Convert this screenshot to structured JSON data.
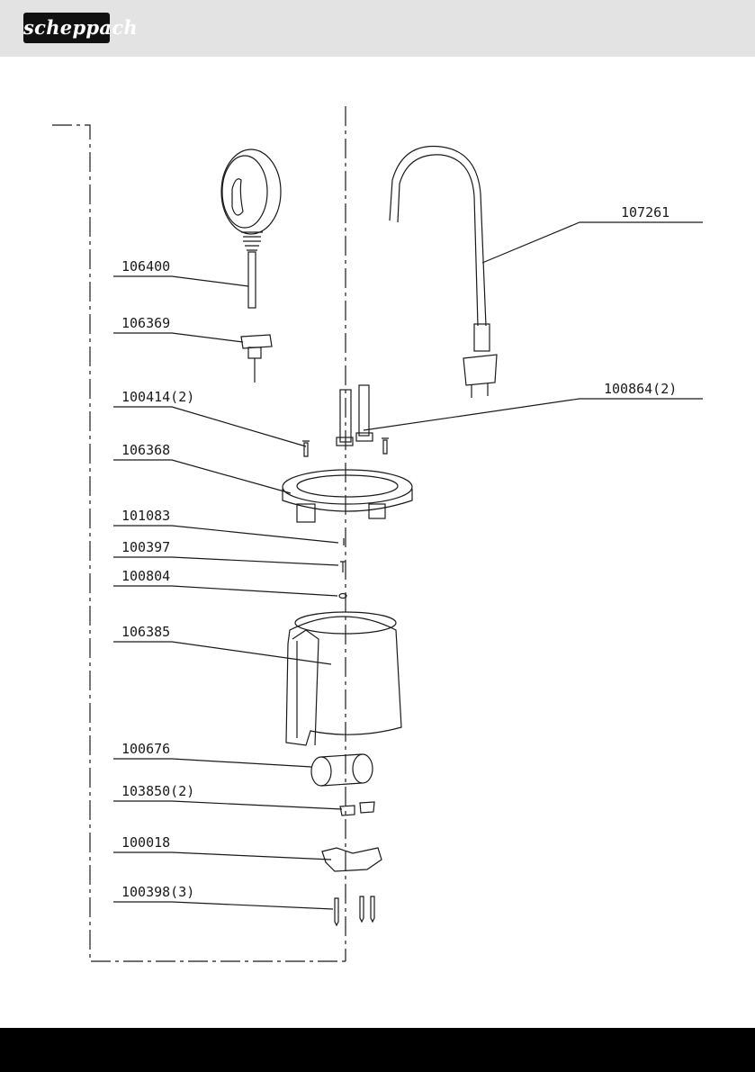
{
  "brand": {
    "logo_text": "scheppach"
  },
  "parts": [
    {
      "id": "106400"
    },
    {
      "id": "106369"
    },
    {
      "id": "100414(2)"
    },
    {
      "id": "106368"
    },
    {
      "id": "101083"
    },
    {
      "id": "100397"
    },
    {
      "id": "100804"
    },
    {
      "id": "106385"
    },
    {
      "id": "100676"
    },
    {
      "id": "103850(2)"
    },
    {
      "id": "100018"
    },
    {
      "id": "100398(3)"
    },
    {
      "id": "107261"
    },
    {
      "id": "100864(2)"
    }
  ],
  "colors": {
    "header_bg": "#e3e3e3",
    "logo_bg": "#111111",
    "footer_bg": "#000000",
    "line": "#1a1a1a"
  }
}
